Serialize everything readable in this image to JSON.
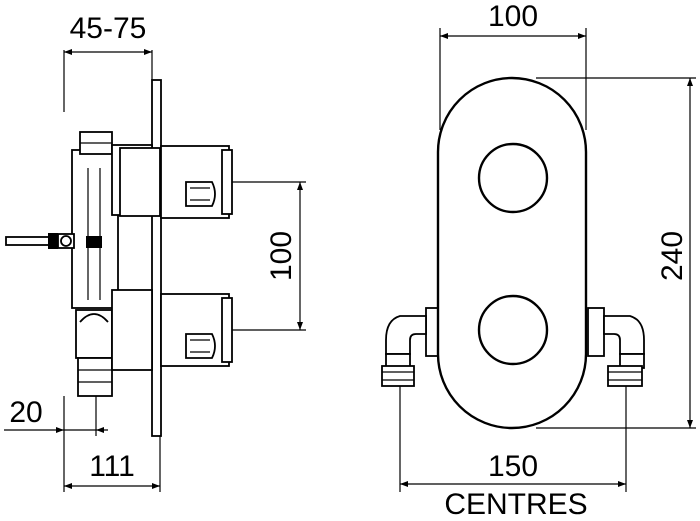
{
  "dimensions": {
    "depth_range": "45-75",
    "offset": "20",
    "total_depth": "111",
    "handle_spacing": "100",
    "plate_width": "100",
    "plate_height": "240",
    "inlet_centres": "150",
    "centres_label": "CENTRES"
  }
}
